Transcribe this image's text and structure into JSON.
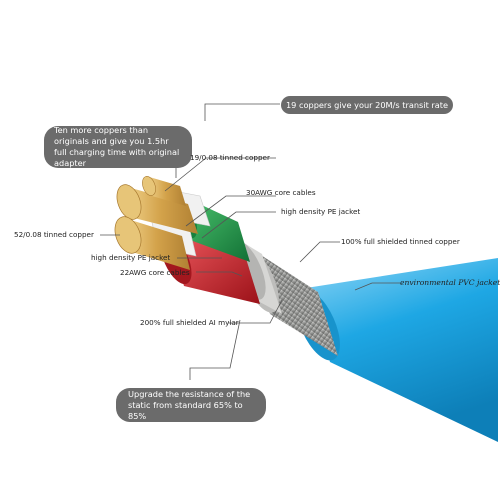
{
  "callouts": {
    "top_right": "19 coppers give your 20M/s transit rate",
    "top_left": "Ten more coppers than originals and give you 1.5hr full charging time with original adapter",
    "bottom": "Upgrade the resistance of the static from standard 65% to 85%"
  },
  "labels": {
    "tinned_copper_19": "19/0.08 tinned copper",
    "awg30": "30AWG core cables",
    "pe_jacket_upper": "high density PE jacket",
    "shielded_tinned_copper": "100% full shielded tinned copper",
    "pvc_jacket": "environmental  PVC jacket",
    "tinned_copper_52": "52/0.08 tinned copper",
    "pe_jacket_lower": "high density PE jacket",
    "awg22": "22AWG core cables",
    "mylar": "200% full shielded AI mylar"
  },
  "colors": {
    "pvc_jacket": "#1ea7e4",
    "braid": "#a9aaa8",
    "red_core": "#c8232c",
    "green_core": "#1e9a49",
    "copper": "#d9b25f",
    "bubble": "#6b6b6b",
    "leader": "#555555"
  }
}
